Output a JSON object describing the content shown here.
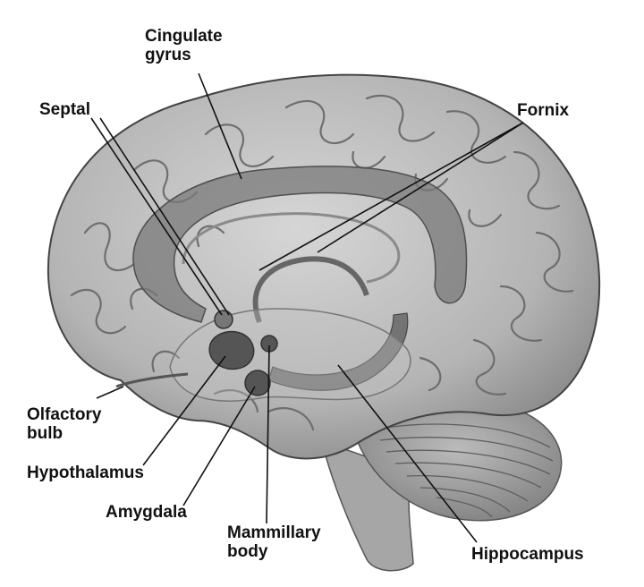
{
  "labels": {
    "cingulate_gyrus": "Cingulate\ngyrus",
    "septal": "Septal",
    "fornix": "Fornix",
    "olfactory_bulb": "Olfactory\nbulb",
    "hypothalamus": "Hypothalamus",
    "amygdala": "Amygdala",
    "mammillary_body": "Mammillary\nbody",
    "hippocampus": "Hippocampus"
  },
  "colors": {
    "cortex": "#bdbdbd",
    "sulci": "#6e6e6e",
    "limbic": "#7a7a7a",
    "limbic_dark": "#555555",
    "leader": "#111111"
  }
}
